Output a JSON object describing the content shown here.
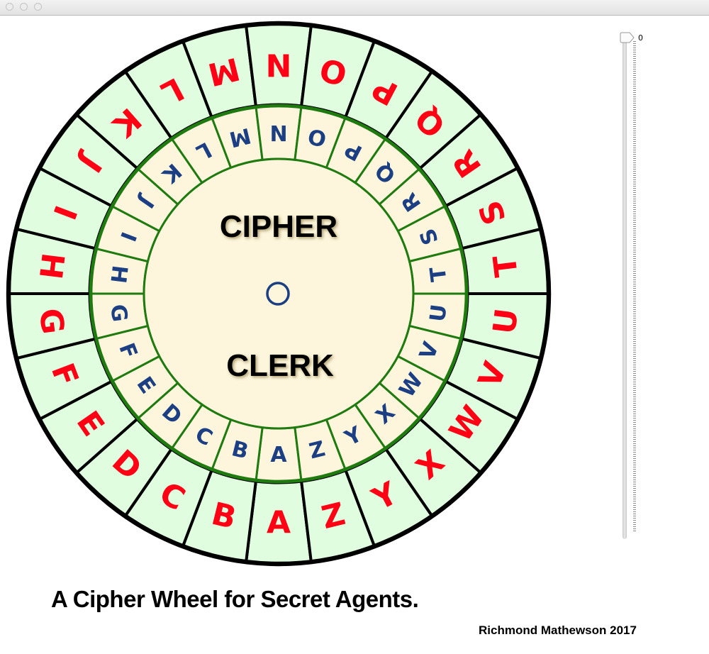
{
  "window": {
    "controls": [
      "close",
      "minimize",
      "zoom"
    ]
  },
  "wheel": {
    "outer_letters": [
      "A",
      "B",
      "C",
      "D",
      "E",
      "F",
      "G",
      "H",
      "I",
      "J",
      "K",
      "L",
      "M",
      "N",
      "O",
      "P",
      "Q",
      "R",
      "S",
      "T",
      "U",
      "V",
      "W",
      "X",
      "Y",
      "Z"
    ],
    "inner_letters": [
      "A",
      "B",
      "C",
      "D",
      "E",
      "F",
      "G",
      "H",
      "I",
      "J",
      "K",
      "L",
      "M",
      "N",
      "O",
      "P",
      "Q",
      "R",
      "S",
      "T",
      "U",
      "V",
      "W",
      "X",
      "Y",
      "Z"
    ],
    "center_top_label": "CIPHER",
    "center_bottom_label": "CLERK",
    "shift": 0,
    "colors": {
      "outer_fill": "#e0fde0",
      "outer_letter": "#ff0015",
      "outer_stroke": "#000000",
      "inner_fill": "#fdf6dc",
      "inner_letter": "#1b3f82",
      "inner_stroke": "#1f7a10",
      "center_fill": "#fdf6dc",
      "pivot": "#1b3f82"
    }
  },
  "slider": {
    "value": 0,
    "value_label": "0"
  },
  "footer": {
    "caption": "A Cipher Wheel for Secret Agents.",
    "credit": "Richmond Mathewson 2017"
  }
}
